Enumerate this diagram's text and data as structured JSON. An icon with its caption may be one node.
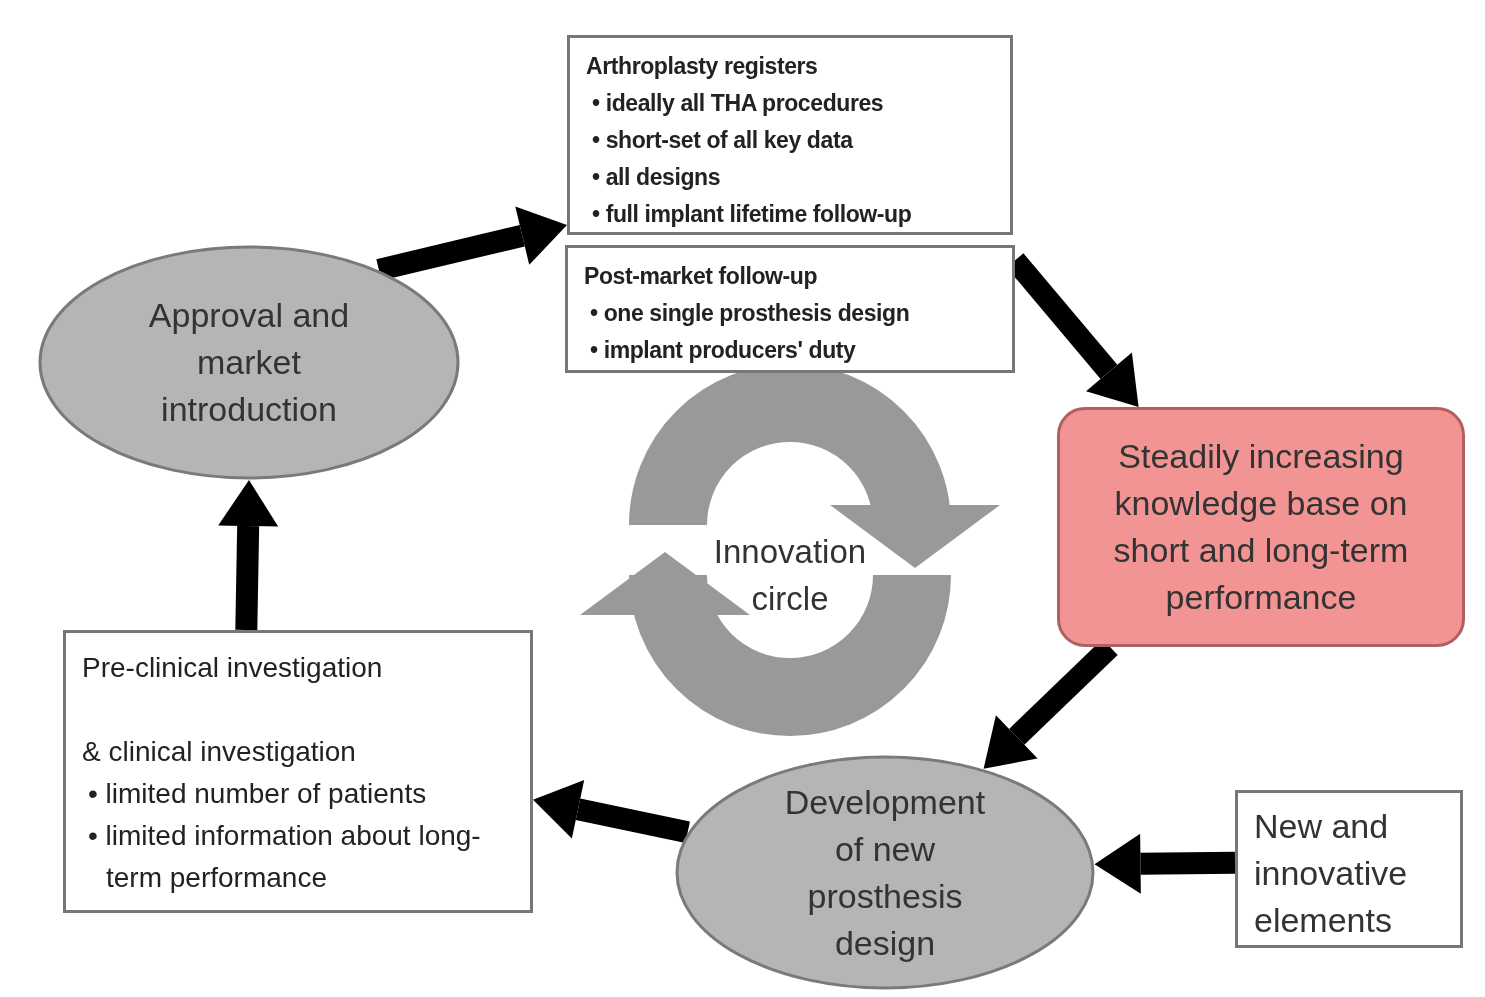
{
  "diagram": {
    "nodes": [
      {
        "text": [
          "Approval and market introduction"
        ]
      },
      {
        "text": [
          "Arthroplasty registers",
          "• ideally all THA procedures",
          "• short-set of all key data",
          "• all designs",
          "• full implant lifetime follow-up"
        ]
      },
      {
        "text": [
          "Post-market follow-up",
          "• one single prosthesis design",
          "• implant producers' duty"
        ]
      },
      {
        "text": [
          "Steadily increasing knowledge base on short and long-term performance"
        ]
      },
      {
        "text": [
          "Innovation circle"
        ]
      },
      {
        "text": [
          "Development of new prosthesis design"
        ]
      },
      {
        "text": [
          "New and innovative elements"
        ]
      },
      {
        "text": [
          "Pre-clinical investigation",
          "& clinical investigation",
          "• limited number of patients",
          "• limited information about long-term performance"
        ]
      }
    ],
    "edges": [
      {
        "from": 0,
        "to": 1,
        "arrow": "to"
      },
      {
        "from": 2,
        "to": 3,
        "arrow": "to"
      },
      {
        "from": 3,
        "to": 5,
        "arrow": "to"
      },
      {
        "from": 6,
        "to": 5,
        "arrow": "to"
      },
      {
        "from": 5,
        "to": 7,
        "arrow": "to"
      },
      {
        "from": 7,
        "to": 0,
        "arrow": "to"
      }
    ]
  }
}
